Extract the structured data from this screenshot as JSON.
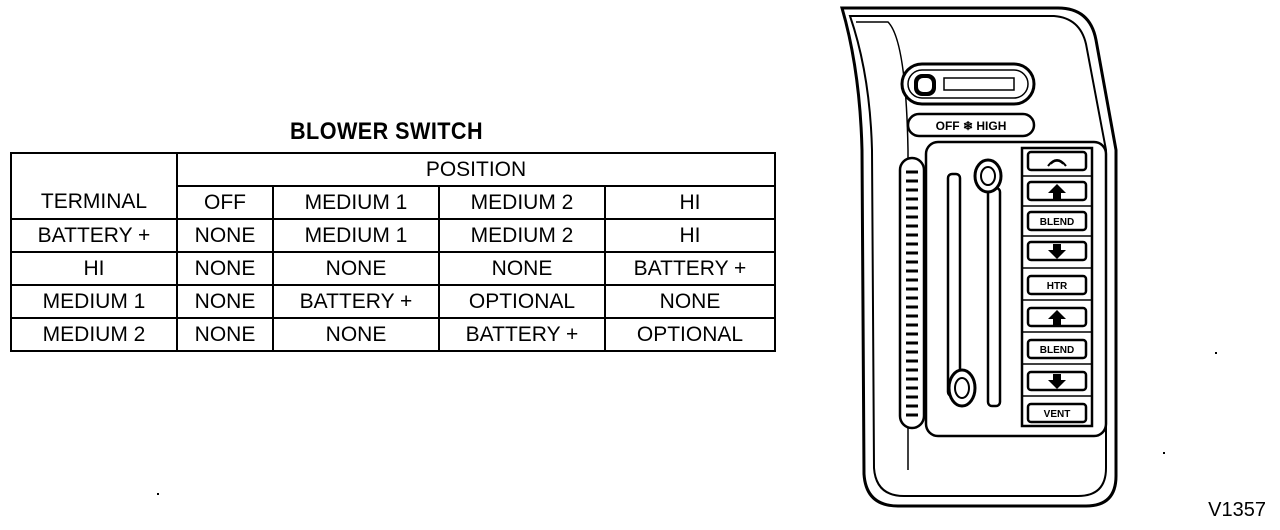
{
  "title": "BLOWER SWITCH",
  "table": {
    "terminal_header": "TERMINAL",
    "position_header": "POSITION",
    "positions": [
      "OFF",
      "MEDIUM 1",
      "MEDIUM 2",
      "HI"
    ],
    "rows": [
      {
        "terminal": "BATTERY +",
        "cells": [
          "NONE",
          "MEDIUM 1",
          "MEDIUM 2",
          "HI"
        ]
      },
      {
        "terminal": "HI",
        "cells": [
          "NONE",
          "NONE",
          "NONE",
          "BATTERY +"
        ]
      },
      {
        "terminal": "MEDIUM 1",
        "cells": [
          "NONE",
          "BATTERY +",
          "OPTIONAL",
          "NONE"
        ]
      },
      {
        "terminal": "MEDIUM 2",
        "cells": [
          "NONE",
          "NONE",
          "BATTERY +",
          "OPTIONAL"
        ]
      }
    ]
  },
  "control_panel": {
    "blower_scale_label": "OFF ❄ HIGH",
    "buttons": [
      {
        "label": "",
        "icon": "defrost-icon"
      },
      {
        "label": "",
        "icon": "arrow-up-icon"
      },
      {
        "label": "BLEND",
        "icon": ""
      },
      {
        "label": "",
        "icon": "arrow-down-icon"
      },
      {
        "label": "HTR",
        "icon": ""
      },
      {
        "label": "",
        "icon": "arrow-up-icon"
      },
      {
        "label": "BLEND",
        "icon": ""
      },
      {
        "label": "",
        "icon": "arrow-down-icon"
      },
      {
        "label": "VENT",
        "icon": ""
      }
    ]
  },
  "figure_id": "V1357"
}
